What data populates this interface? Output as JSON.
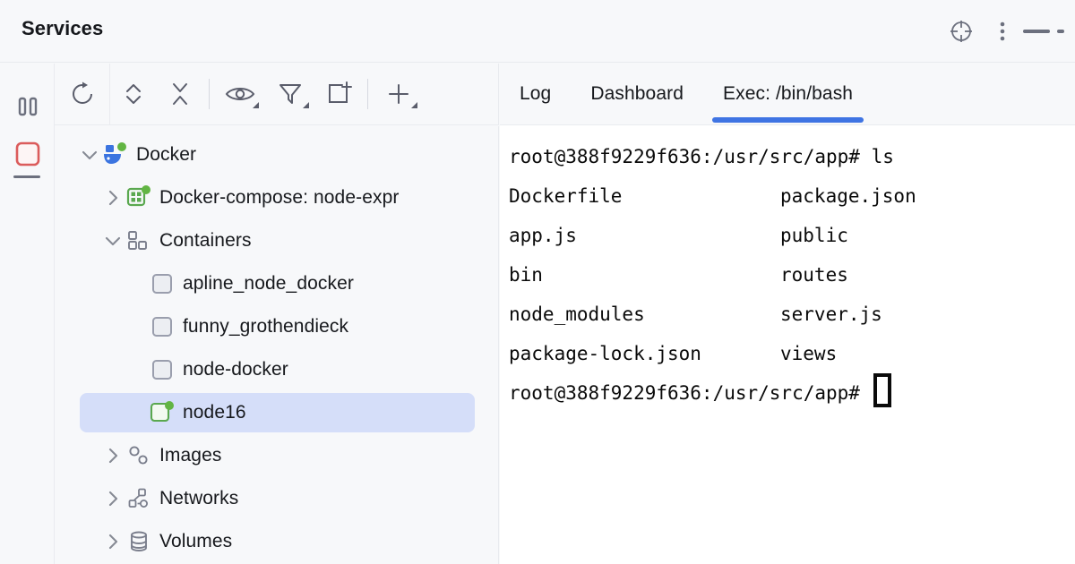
{
  "window": {
    "title": "Services",
    "header_actions": [
      {
        "name": "locate-crosshair-icon",
        "label": "Select Opened File"
      },
      {
        "name": "more-options-icon",
        "label": "Options"
      },
      {
        "name": "minimize-icon",
        "label": "Hide"
      }
    ]
  },
  "rail": {
    "buttons": [
      {
        "name": "pause-icon",
        "label": "Pause"
      },
      {
        "name": "stop-icon",
        "label": "Stop"
      },
      {
        "name": "minus-separator-icon",
        "label": "Separator"
      }
    ]
  },
  "toolbar": {
    "buttons": [
      {
        "name": "refresh-icon",
        "label": "Refresh",
        "caret": false
      },
      {
        "name": "expand-all-icon",
        "label": "Expand All",
        "caret": false
      },
      {
        "name": "collapse-all-icon",
        "label": "Collapse All",
        "caret": false
      },
      {
        "name": "eye-icon",
        "label": "View Options",
        "caret": true
      },
      {
        "name": "filter-icon",
        "label": "Filter",
        "caret": true
      },
      {
        "name": "new-tab-icon",
        "label": "Open in New Tab",
        "caret": false
      },
      {
        "name": "plus-icon",
        "label": "Add Service",
        "caret": true
      }
    ]
  },
  "tree": {
    "nodes": [
      {
        "label": "Docker",
        "icon": "docker-whale-icon",
        "depth": 0,
        "twisty": "down",
        "status": "running",
        "selected": false
      },
      {
        "label": "Docker-compose: node-expr",
        "icon": "docker-compose-icon",
        "depth": 1,
        "twisty": "right",
        "status": "running",
        "selected": false
      },
      {
        "label": "Containers",
        "icon": "containers-icon",
        "depth": 1,
        "twisty": "down",
        "status": "none",
        "selected": false
      },
      {
        "label": "apline_node_docker",
        "icon": "container-stopped-icon",
        "depth": 2,
        "twisty": "none",
        "status": "stopped",
        "selected": false
      },
      {
        "label": "funny_grothendieck",
        "icon": "container-stopped-icon",
        "depth": 2,
        "twisty": "none",
        "status": "stopped",
        "selected": false
      },
      {
        "label": "node-docker",
        "icon": "container-stopped-icon",
        "depth": 2,
        "twisty": "none",
        "status": "stopped",
        "selected": false
      },
      {
        "label": "node16",
        "icon": "container-running-icon",
        "depth": 2,
        "twisty": "none",
        "status": "running",
        "selected": true
      },
      {
        "label": "Images",
        "icon": "images-icon",
        "depth": 1,
        "twisty": "right",
        "status": "none",
        "selected": false
      },
      {
        "label": "Networks",
        "icon": "networks-icon",
        "depth": 1,
        "twisty": "right",
        "status": "none",
        "selected": false
      },
      {
        "label": "Volumes",
        "icon": "volumes-icon",
        "depth": 1,
        "twisty": "right",
        "status": "none",
        "selected": false
      }
    ]
  },
  "tabs": [
    {
      "label": "Log",
      "active": false
    },
    {
      "label": "Dashboard",
      "active": false
    },
    {
      "label": "Exec: /bin/bash",
      "active": true
    }
  ],
  "terminal": {
    "prompt": "root@388f9229f636:/usr/src/app#",
    "command": "ls",
    "line1": "root@388f9229f636:/usr/src/app# ls",
    "rows": [
      {
        "col1": "Dockerfile",
        "col2": "package.json"
      },
      {
        "col1": "app.js",
        "col2": "public"
      },
      {
        "col1": "bin",
        "col2": "routes"
      },
      {
        "col1": "node_modules",
        "col2": "server.js"
      },
      {
        "col1": "package-lock.json",
        "col2": "views"
      }
    ],
    "last_prompt": "root@388f9229f636:/usr/src/app# "
  },
  "colors": {
    "accent": "#3f74e3",
    "selection": "#d5def9",
    "panel_bg": "#f7f8fa",
    "terminal_bg": "#ffffff",
    "running_green": "#62b543",
    "stop_red": "#db5c5c",
    "docker_blue": "#3b74e0",
    "border": "#e9ebef",
    "icon_gray": "#5a5d6b",
    "text": "#16181c"
  }
}
